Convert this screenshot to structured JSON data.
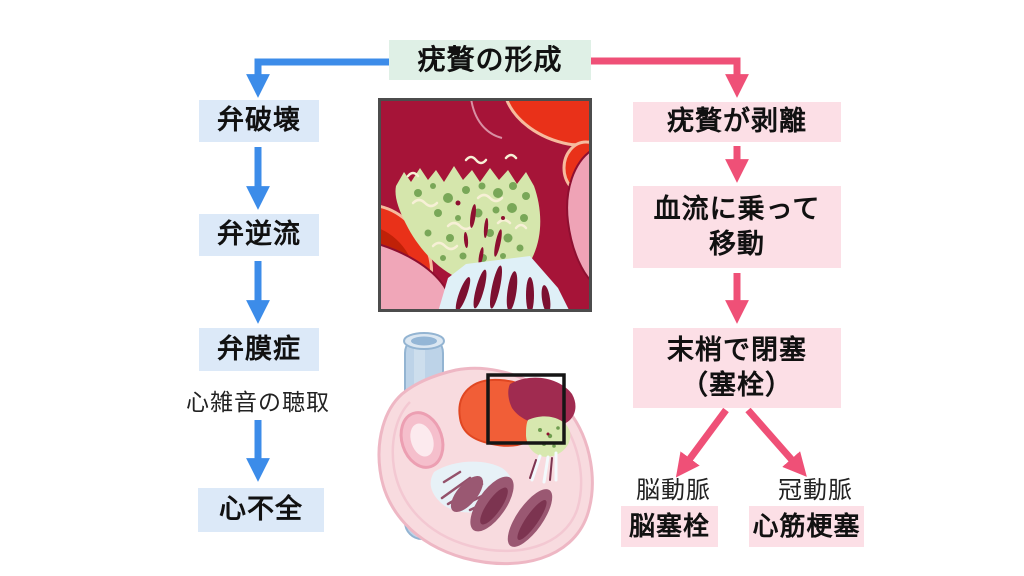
{
  "title": {
    "label": "疣贅の形成"
  },
  "colors": {
    "blue_arrow": "#3c8ce9",
    "blue_box_bg": "#dce9f8",
    "pink_arrow": "#ef5077",
    "pink_box_bg": "#fcdfe6",
    "title_bg": "#dff0e6",
    "text": "#111111"
  },
  "left_flow": {
    "steps": [
      {
        "label": "弁破壊"
      },
      {
        "label": "弁逆流"
      },
      {
        "label": "弁膜症"
      },
      {
        "label": "心不全"
      }
    ],
    "note": "心雑音の聴取"
  },
  "right_flow": {
    "steps": [
      {
        "lines": [
          "疣贅が剥離"
        ]
      },
      {
        "lines": [
          "血流に乗って",
          "移動"
        ]
      },
      {
        "lines": [
          "末梢で閉塞",
          "（塞栓）"
        ]
      }
    ],
    "branches": [
      {
        "artery": "脳動脈",
        "outcome": "脳塞栓"
      },
      {
        "artery": "冠動脈",
        "outcome": "心筋梗塞"
      }
    ]
  },
  "illustrations": {
    "top": "valve-vegetation-closeup",
    "bottom": "heart-cross-section-with-highlight"
  }
}
